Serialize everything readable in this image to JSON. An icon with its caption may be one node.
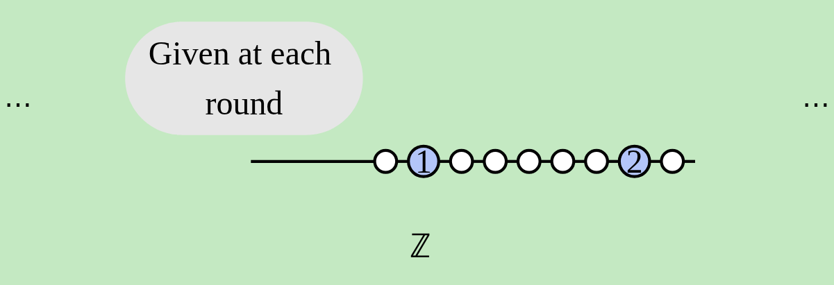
{
  "diagram": {
    "nodes": [
      {
        "text": [],
        "shape": "circle"
      },
      {
        "text": [
          "1"
        ]
      },
      {
        "text": [],
        "shape": "circle"
      },
      {
        "text": [],
        "shape": "circle"
      },
      {
        "text": [],
        "shape": "circle"
      },
      {
        "text": [],
        "shape": "circle"
      },
      {
        "text": [],
        "shape": "circle"
      },
      {
        "text": [
          "2"
        ]
      },
      {
        "text": [],
        "shape": "circle"
      },
      {
        "text": [
          "Given at each round"
        ]
      }
    ],
    "edges": [
      {
        "from": null,
        "to": 0,
        "arrow": "none"
      },
      {
        "from": 0,
        "to": 1,
        "arrow": "none"
      },
      {
        "from": 1,
        "to": 2,
        "arrow": "none"
      },
      {
        "from": 2,
        "to": 3,
        "arrow": "none"
      },
      {
        "from": 3,
        "to": 4,
        "arrow": "none"
      },
      {
        "from": 4,
        "to": 5,
        "arrow": "none"
      },
      {
        "from": 5,
        "to": 6,
        "arrow": "none"
      },
      {
        "from": 6,
        "to": 7,
        "arrow": "none"
      },
      {
        "from": 7,
        "to": 8,
        "arrow": "none"
      },
      {
        "from": 8,
        "to": null,
        "arrow": "none"
      }
    ],
    "labels": [
      "⋯",
      "⋯",
      "ℤ"
    ]
  }
}
